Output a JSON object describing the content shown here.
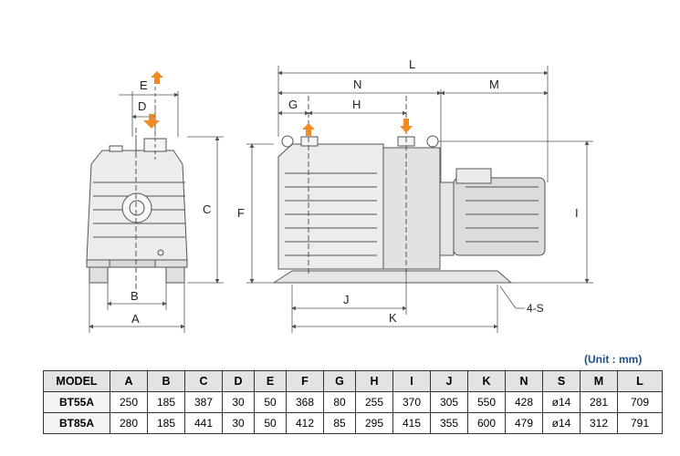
{
  "drawing": {
    "labels": {
      "E": "E",
      "D": "D",
      "C": "C",
      "B": "B",
      "A": "A",
      "L": "L",
      "N": "N",
      "M": "M",
      "G": "G",
      "H": "H",
      "F": "F",
      "I": "I",
      "J": "J",
      "K": "K",
      "S": "4-S"
    },
    "colors": {
      "line": "#555555",
      "arrow": "#f08a24",
      "pump_fill": "#e9e9e9",
      "motor_fill": "#dcdcdc"
    }
  },
  "unit_note": "(Unit : mm)",
  "table": {
    "headers": [
      "MODEL",
      "A",
      "B",
      "C",
      "D",
      "E",
      "F",
      "G",
      "H",
      "I",
      "J",
      "K",
      "N",
      "S",
      "M",
      "L"
    ],
    "rows": [
      [
        "BT55A",
        "250",
        "185",
        "387",
        "30",
        "50",
        "368",
        "80",
        "255",
        "370",
        "305",
        "550",
        "428",
        "ø14",
        "281",
        "709"
      ],
      [
        "BT85A",
        "280",
        "185",
        "441",
        "30",
        "50",
        "412",
        "85",
        "295",
        "415",
        "355",
        "600",
        "479",
        "ø14",
        "312",
        "791"
      ]
    ]
  }
}
